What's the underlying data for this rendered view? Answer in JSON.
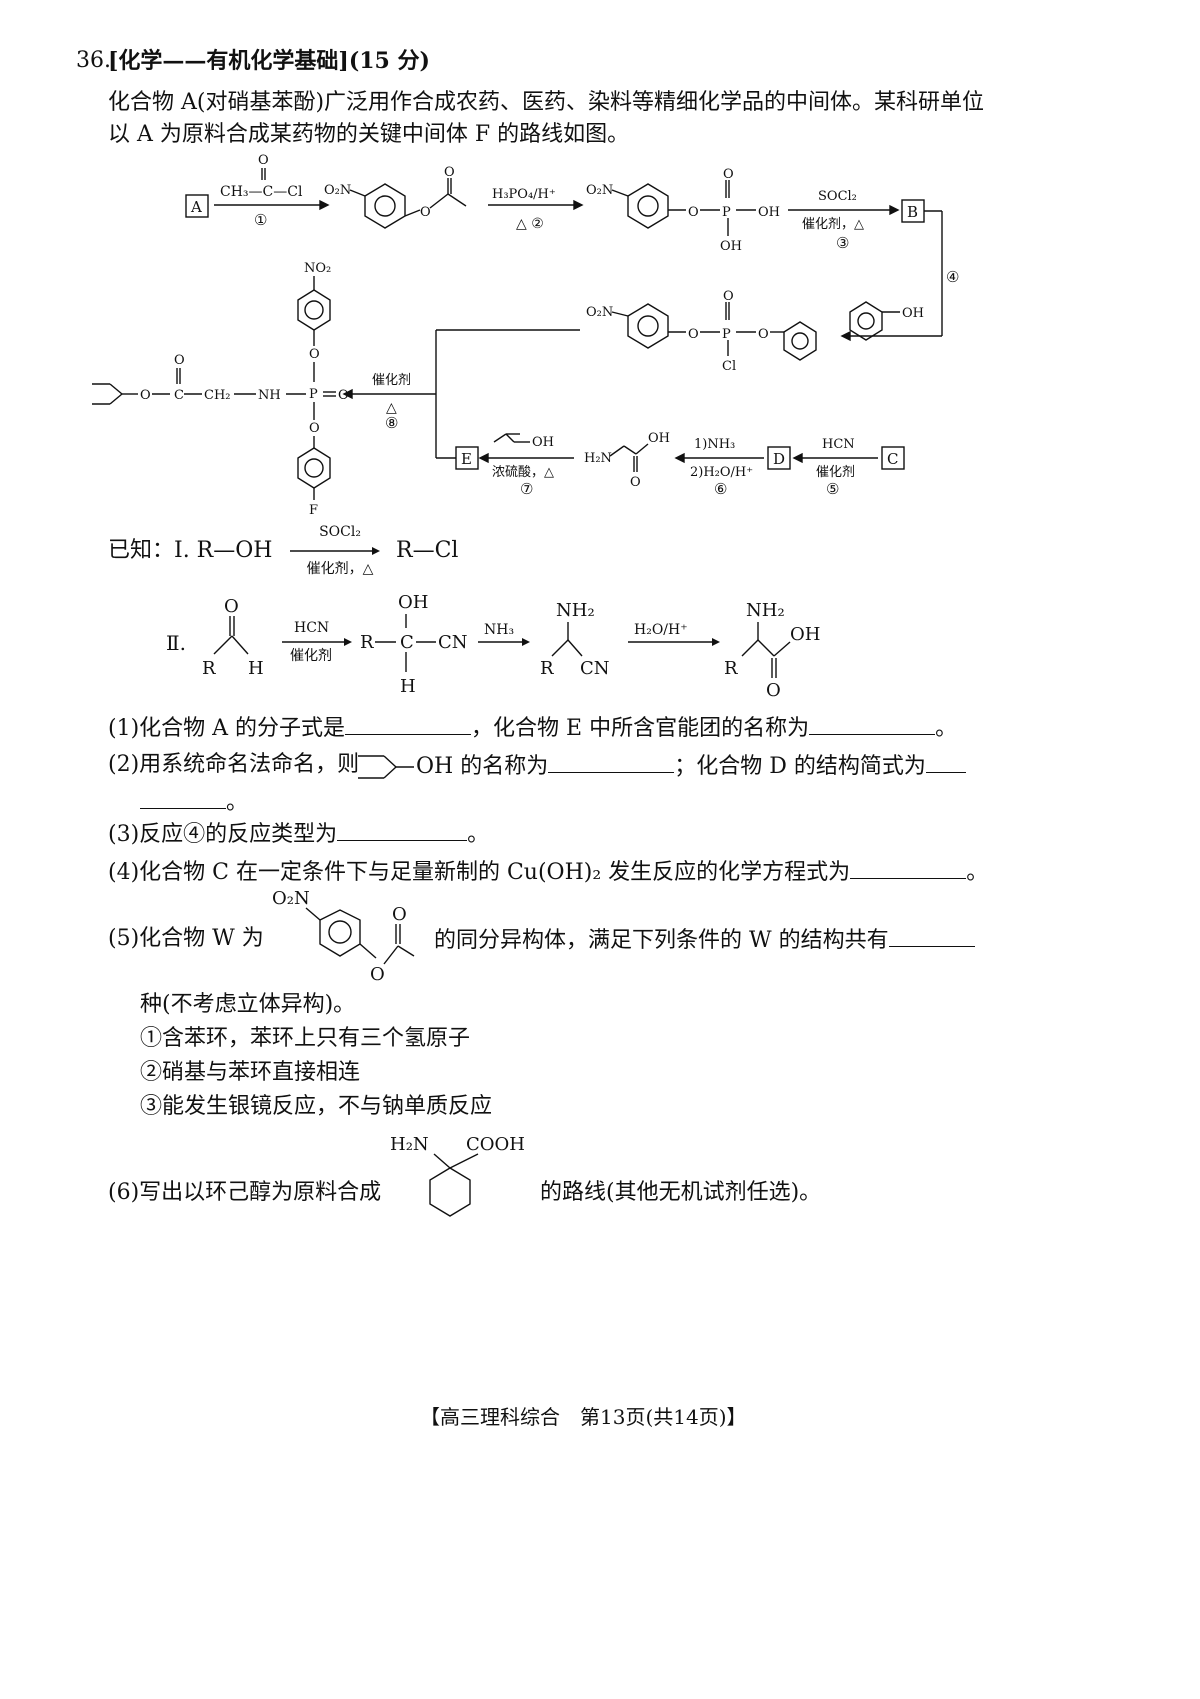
{
  "question": {
    "number": "36.",
    "title": "[化学——有机化学基础](15 分)",
    "intro_line1": "化合物 A(对硝基苯酚)广泛用作合成农药、医药、染料等精细化学品的中间体。某科研单位",
    "intro_line2": "以 A 为原料合成某药物的关键中间体 F 的路线如图。"
  },
  "scheme": {
    "box_a": "A",
    "box_b": "B",
    "box_c": "C",
    "box_d": "D",
    "box_e": "E",
    "r1_reagent": "CH₃—C—Cl",
    "r1_o": "O",
    "r1_num": "①",
    "r2_top": "H₃PO₄/H⁺",
    "r2_bottom": "△  ②",
    "r3_top": "SOCl₂",
    "r3_mid": "催化剂，△",
    "r3_num": "③",
    "r4_num": "④",
    "r5_top": "HCN",
    "r5_mid": "催化剂",
    "r5_num": "⑤",
    "r6_top": "1)NH₃",
    "r6_mid": "2)H₂O/H⁺",
    "r6_num": "⑥",
    "r7_mid": "浓硫酸，△",
    "r7_num": "⑦",
    "r7_oh": "OH",
    "r8_top": "催化剂",
    "r8_mid": "△",
    "r8_num": "⑧",
    "no2": "NO₂",
    "o2n": "O₂N",
    "oh": "OH",
    "o": "O",
    "cl": "Cl",
    "p": "P",
    "f": "F",
    "h2n": "H₂N",
    "ch2": "CH₂",
    "nh": "NH",
    "c": "C"
  },
  "known": {
    "label": "已知：Ⅰ. R—OH",
    "i_reagent_top": "SOCl₂",
    "i_reagent_bottom": "催化剂，△",
    "i_product": "R—Cl",
    "ii_label": "Ⅱ.",
    "ii_hcn": "HCN",
    "ii_cat": "催化剂",
    "ii_nh3": "NH₃",
    "ii_h2o": "H₂O/H⁺",
    "r": "R",
    "h": "H",
    "o": "O",
    "oh": "OH",
    "cn": "CN",
    "c": "C",
    "nh2": "NH₂"
  },
  "questions": {
    "q1_a": "(1)化合物 A 的分子式是",
    "q1_b": "，化合物 E 中所含官能团的名称为",
    "q1_end": "。",
    "q2_a": "(2)用系统命名法命名，则",
    "q2_oh": "OH 的名称为",
    "q2_b": "；化合物 D 的结构简式为",
    "q2_end": "。",
    "q3": "(3)反应④的反应类型为",
    "q3_end": "。",
    "q4": "(4)化合物 C 在一定条件下与足量新制的 Cu(OH)₂ 发生反应的化学方程式为",
    "q4_end": "。",
    "q5_a": "(5)化合物 W 为",
    "q5_b": "的同分异构体，满足下列条件的 W 的结构共有",
    "q5_c": "种(不考虑立体异构)。",
    "q5_o2n": "O₂N",
    "q5_o": "O",
    "cond1": "①含苯环，苯环上只有三个氢原子",
    "cond2": "②硝基与苯环直接相连",
    "cond3": "③能发生银镜反应，不与钠单质反应",
    "q6_a": "(6)写出以环己醇为原料合成",
    "q6_b": "的路线(其他无机试剂任选)。",
    "q6_h2n": "H₂N",
    "q6_cooh": "COOH"
  },
  "footer": "【高三理科综合　第13页(共14页)】"
}
